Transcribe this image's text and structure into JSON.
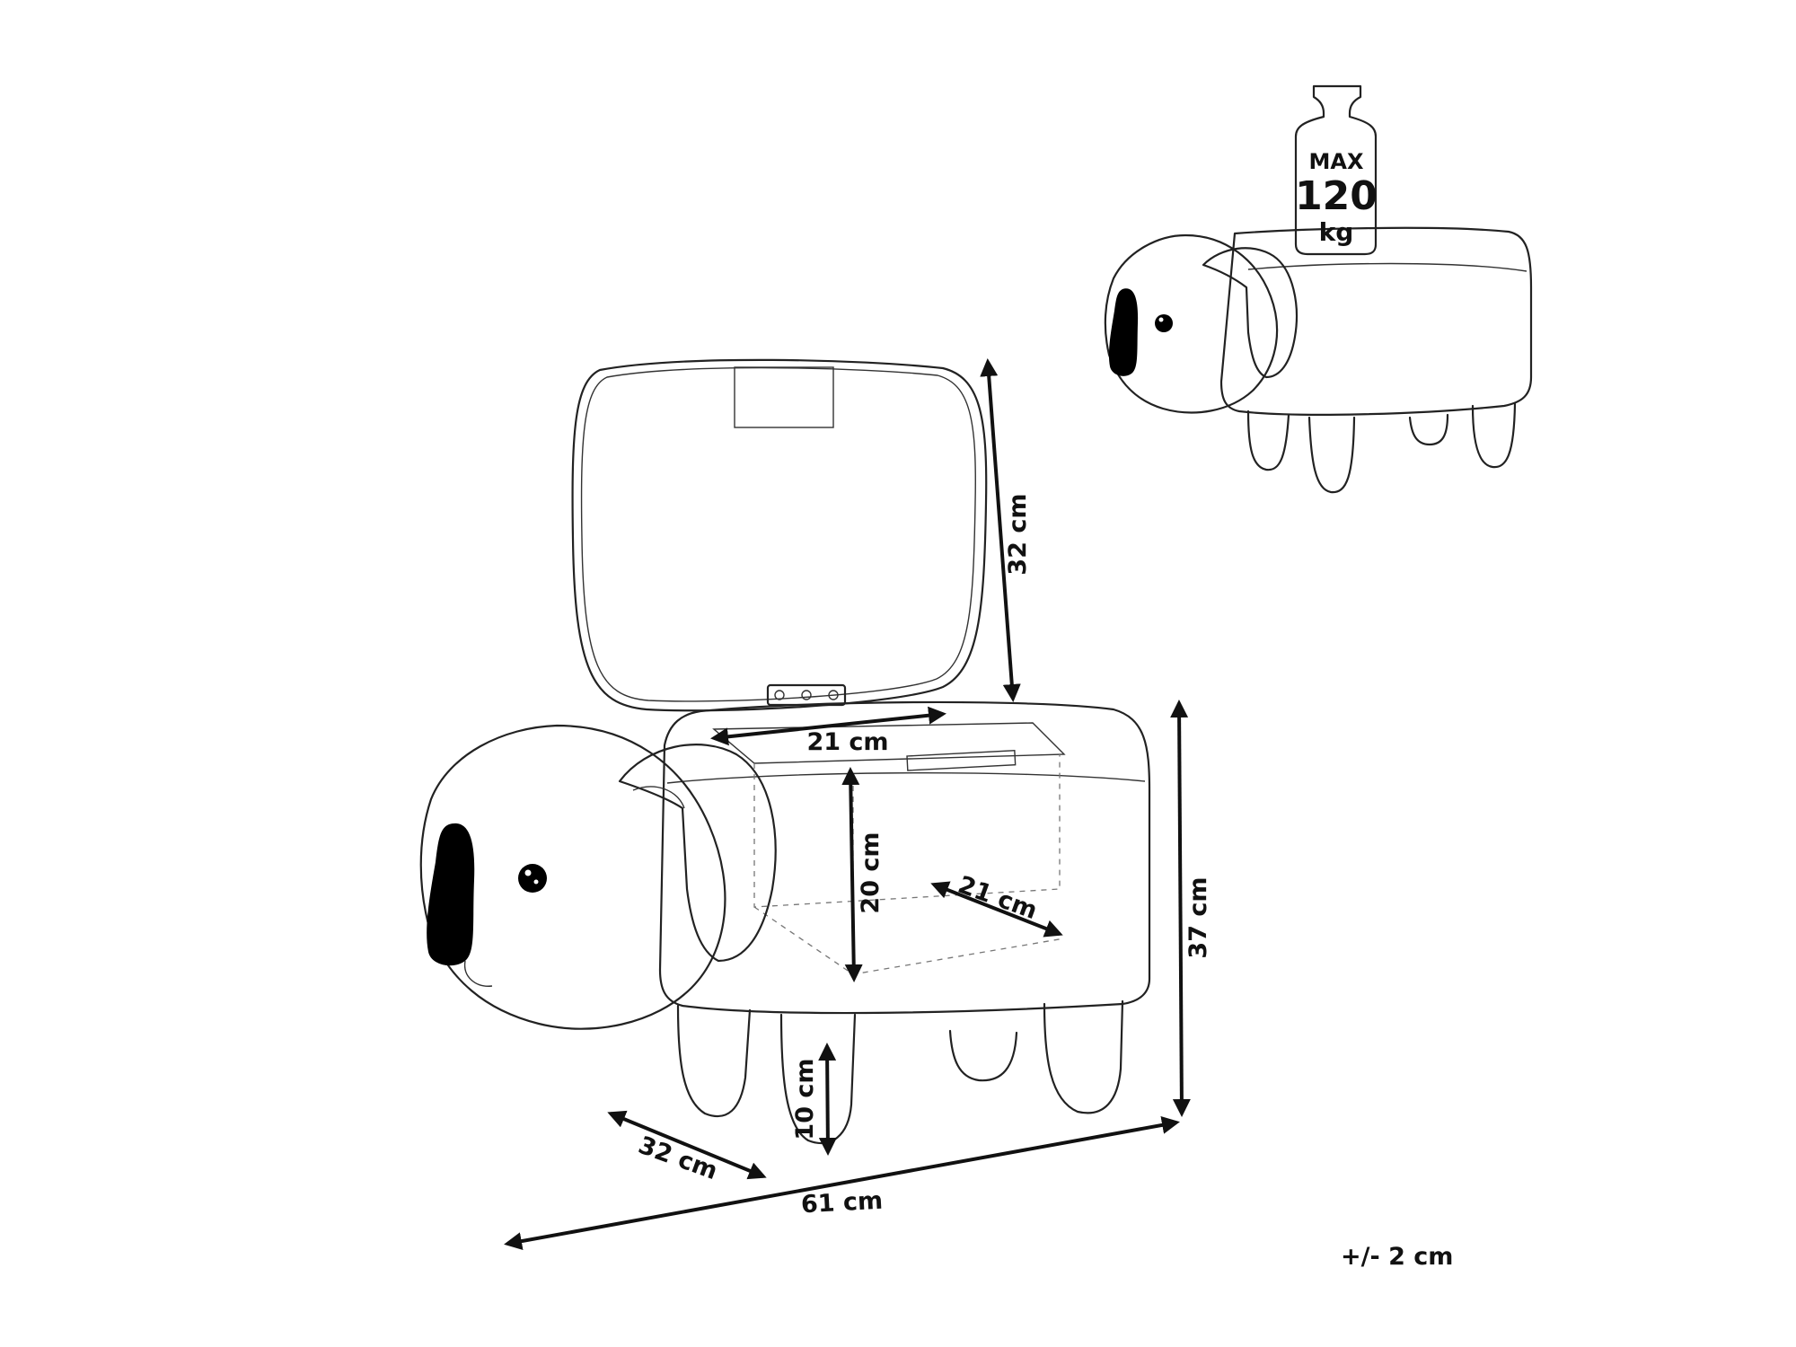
{
  "dimensions": {
    "lid_height": "32 cm",
    "opening_width": "21 cm",
    "inner_height": "20 cm",
    "inner_depth": "21 cm",
    "total_height": "37 cm",
    "leg_height": "10 cm",
    "depth": "32 cm",
    "length": "61 cm"
  },
  "tolerance": "+/- 2 cm",
  "weight_badge": {
    "line1": "MAX",
    "line2": "120",
    "line3": "kg"
  },
  "colors": {
    "line": "#222222",
    "ear": "#000000",
    "background": "#ffffff"
  }
}
